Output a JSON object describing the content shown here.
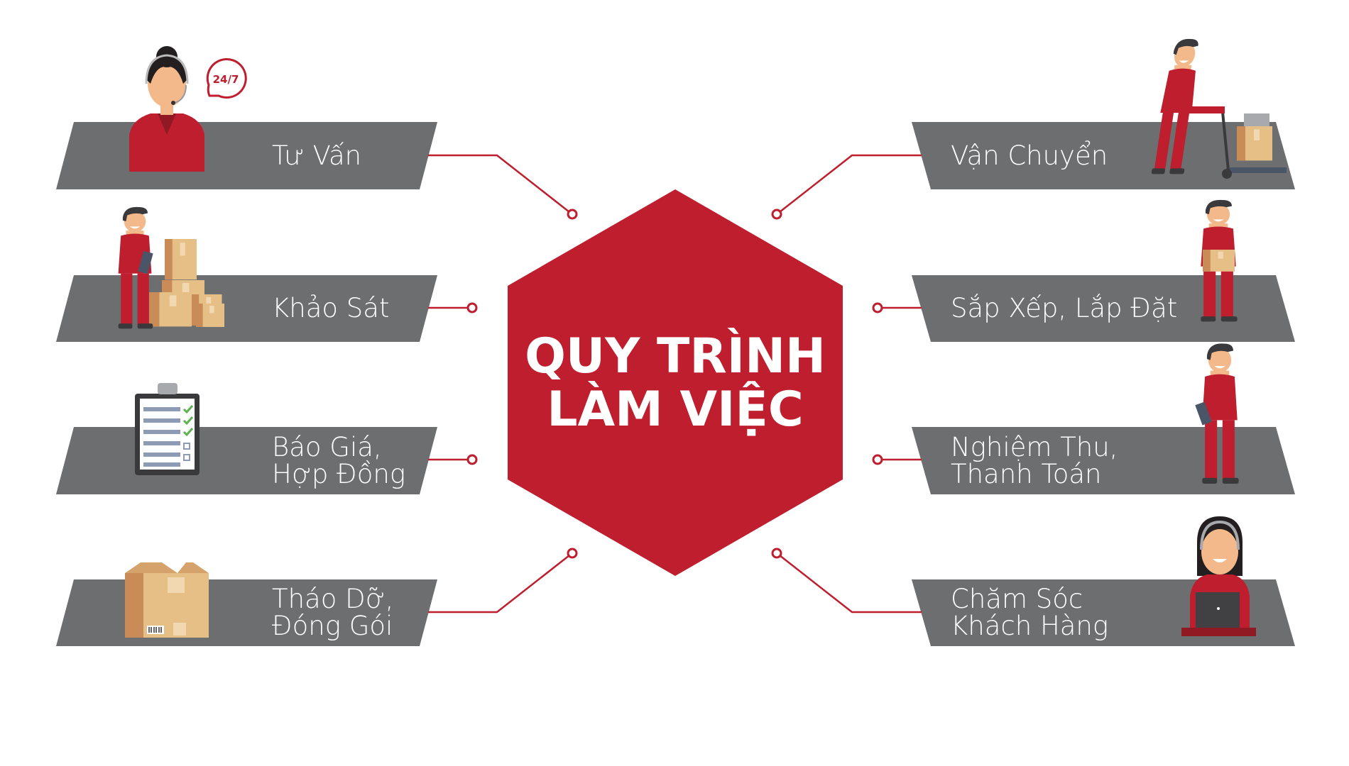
{
  "title": {
    "line1": "QUY TRÌNH",
    "line2": "LÀM VIỆC"
  },
  "badge_247": "24/7",
  "colors": {
    "accent": "#be1e2d",
    "bar": "#6d6e70",
    "text": "#ffffff"
  },
  "left_steps": [
    {
      "lines": [
        "Tư Vấn"
      ],
      "icon": "support-agent-icon"
    },
    {
      "lines": [
        "Khảo Sát"
      ],
      "icon": "worker-with-boxes-icon"
    },
    {
      "lines": [
        "Báo Giá,",
        "Hợp Đồng"
      ],
      "icon": "clipboard-checklist-icon"
    },
    {
      "lines": [
        "Tháo Dỡ,",
        "Đóng Gói"
      ],
      "icon": "cardboard-box-icon"
    }
  ],
  "right_steps": [
    {
      "lines": [
        "Vận Chuyển"
      ],
      "icon": "worker-hand-truck-icon"
    },
    {
      "lines": [
        "Sắp Xếp, Lắp Đặt"
      ],
      "icon": "worker-carrying-box-icon"
    },
    {
      "lines": [
        "Nghiệm Thu,",
        "Thanh Toán"
      ],
      "icon": "worker-with-clipboard-icon"
    },
    {
      "lines": [
        "Chăm Sóc",
        "Khách Hàng"
      ],
      "icon": "customer-care-agent-icon"
    }
  ]
}
